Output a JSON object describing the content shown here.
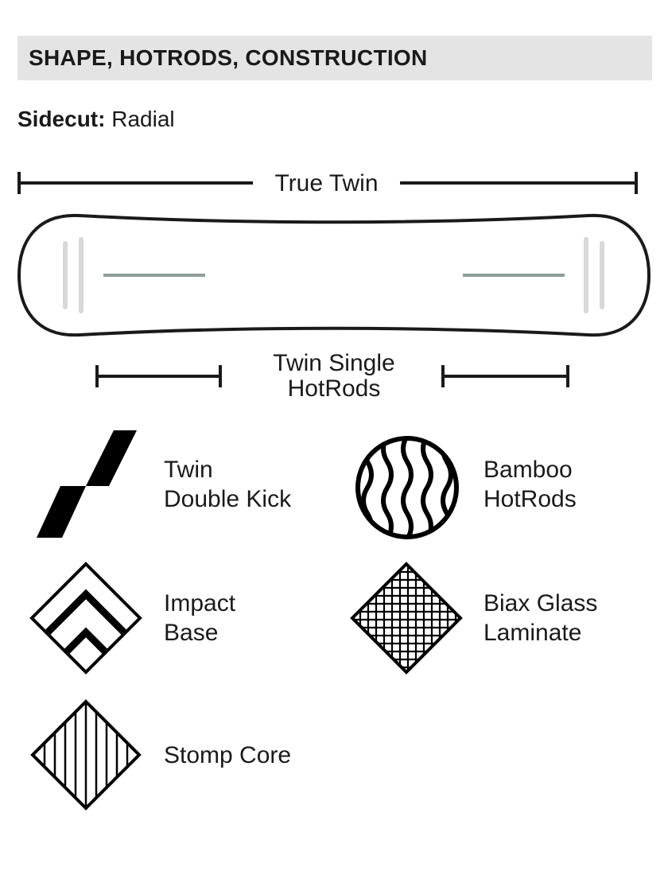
{
  "header": {
    "title": "SHAPE, HOTRODS, CONSTRUCTION"
  },
  "sidecut": {
    "label": "Sidecut:",
    "value": "Radial"
  },
  "board": {
    "shape_label": "True Twin",
    "hotrods_label_line1": "Twin Single",
    "hotrods_label_line2": "HotRods",
    "hotrod_color": "#8e9e98",
    "tip_line_color": "#d8d8d8"
  },
  "features": [
    {
      "icon": "double-kick-icon",
      "line1": "Twin",
      "line2": "Double Kick"
    },
    {
      "icon": "bamboo-hotrods-icon",
      "line1": "Bamboo",
      "line2": "HotRods"
    },
    {
      "icon": "impact-base-icon",
      "line1": "Impact",
      "line2": "Base"
    },
    {
      "icon": "biax-glass-icon",
      "line1": "Biax Glass",
      "line2": "Laminate"
    },
    {
      "icon": "stomp-core-icon",
      "line1": "Stomp Core",
      "line2": ""
    }
  ]
}
